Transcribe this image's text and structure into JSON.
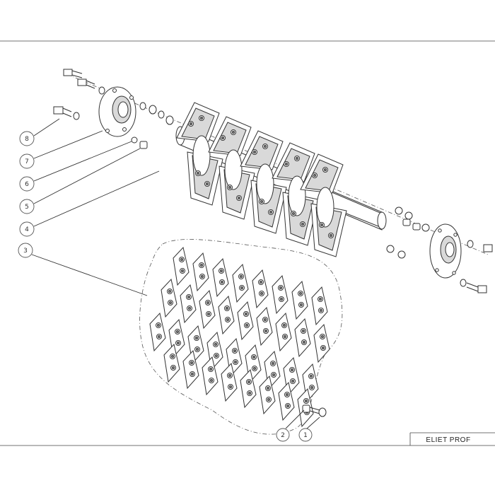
{
  "title_block": {
    "label": "ELIET PROF"
  },
  "callouts": [
    {
      "number": "8"
    },
    {
      "number": "7"
    },
    {
      "number": "6"
    },
    {
      "number": "5"
    },
    {
      "number": "4"
    },
    {
      "number": "3"
    },
    {
      "number": "2"
    },
    {
      "number": "1"
    }
  ],
  "colors": {
    "line": "#333333",
    "background": "#ffffff",
    "shade": "#d9d9d9"
  }
}
